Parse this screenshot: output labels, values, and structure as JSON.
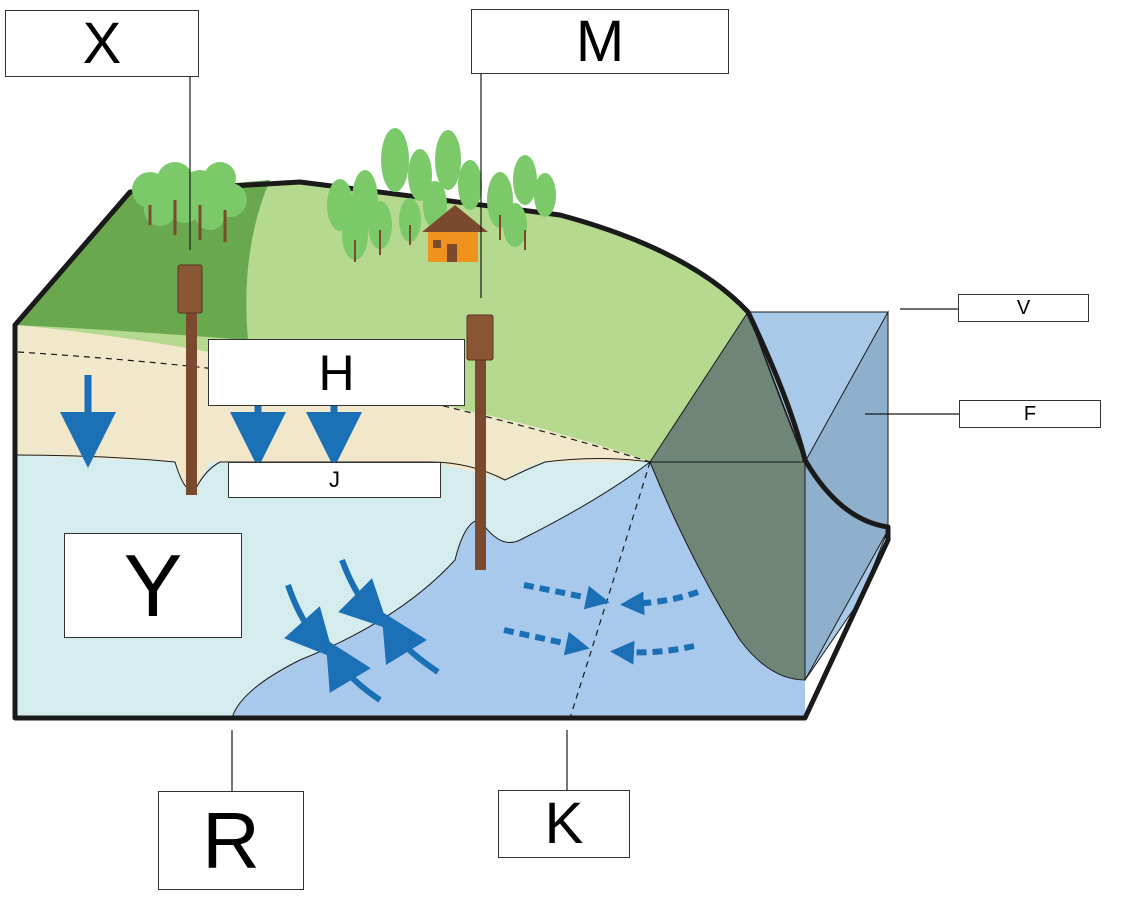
{
  "labels": {
    "x": "X",
    "m": "M",
    "h": "H",
    "j": "J",
    "y": "Y",
    "r": "R",
    "k": "K",
    "v": "V",
    "f": "F"
  },
  "colors": {
    "dark_grass": "#6aa84f",
    "light_grass": "#b5d98f",
    "unsaturated_zone": "#f1e8cc",
    "groundwater": "#d4ecee",
    "plume": "#a9c9ec",
    "stream_bank": "#6e8577",
    "water_body": "#a9c9e8",
    "arrow_blue": "#1a6fb5",
    "well_brown": "#7b4a2e",
    "tree_green": "#7cc96a",
    "house_orange": "#f0921e",
    "outline": "#1a1a1a"
  },
  "icons": [
    "deciduous-tree-icon",
    "conifer-tree-icon",
    "house-icon",
    "well-icon"
  ]
}
